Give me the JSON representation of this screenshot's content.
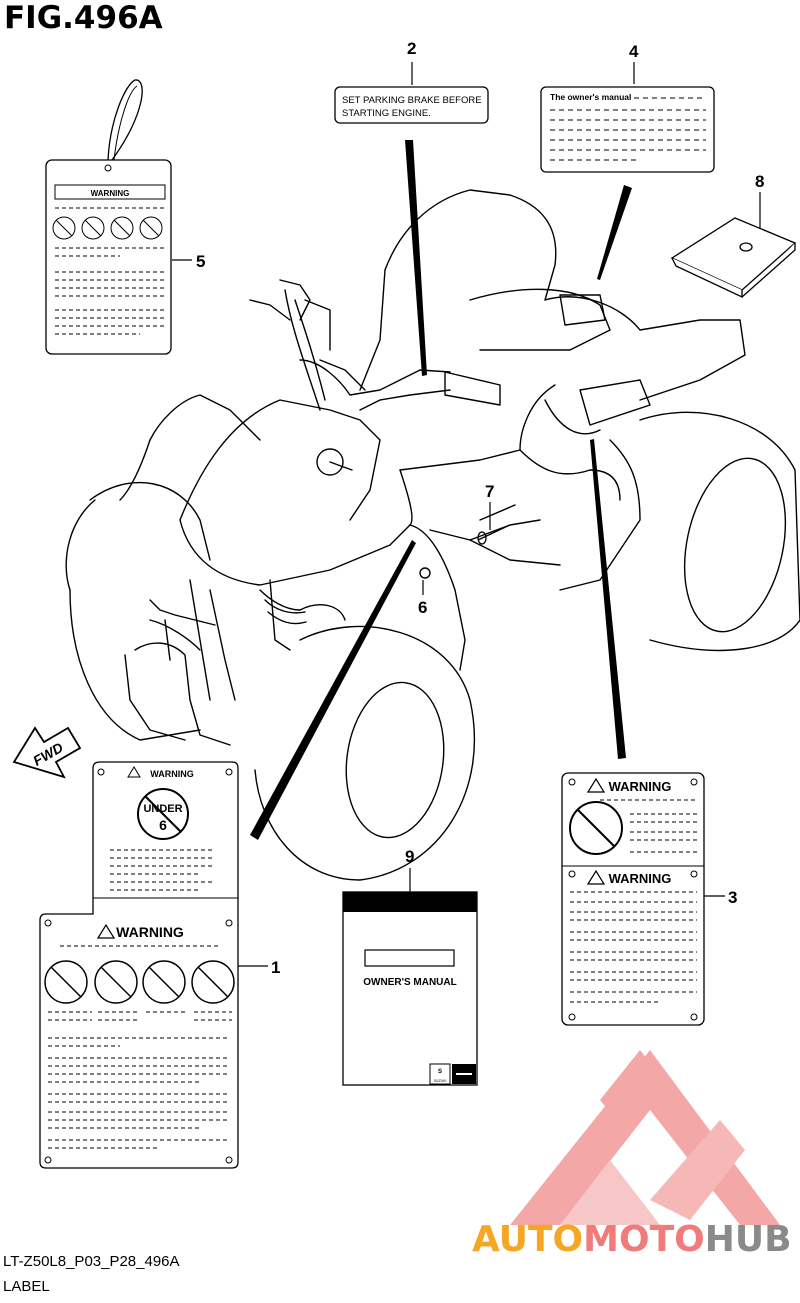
{
  "figure": {
    "title": "FIG.496A"
  },
  "callouts": {
    "c1": "1",
    "c2": "2",
    "c3": "3",
    "c4": "4",
    "c5": "5",
    "c6": "6",
    "c7": "7",
    "c8": "8",
    "c9": "9"
  },
  "labels": {
    "parking_line1": "SET PARKING BRAKE BEFORE",
    "parking_line2": "STARTING ENGINE.",
    "owners_manual_header": "The owner's manual",
    "warning": "WARNING",
    "under": "UNDER",
    "under_age": "6",
    "manual_title": "OWNER'S MANUAL",
    "fwd": "FWD",
    "brand": "SUZUKI"
  },
  "footer": {
    "code": "LT-Z50L8_P03_P28_496A",
    "section": "LABEL"
  },
  "watermark": {
    "part1": "AUTO",
    "part2": "MOTO",
    "part3": "HUB",
    "color1": "#f5a623",
    "color2": "#f07b7b",
    "color3": "#8a8a8a",
    "logo_color": "#f08a8a"
  }
}
